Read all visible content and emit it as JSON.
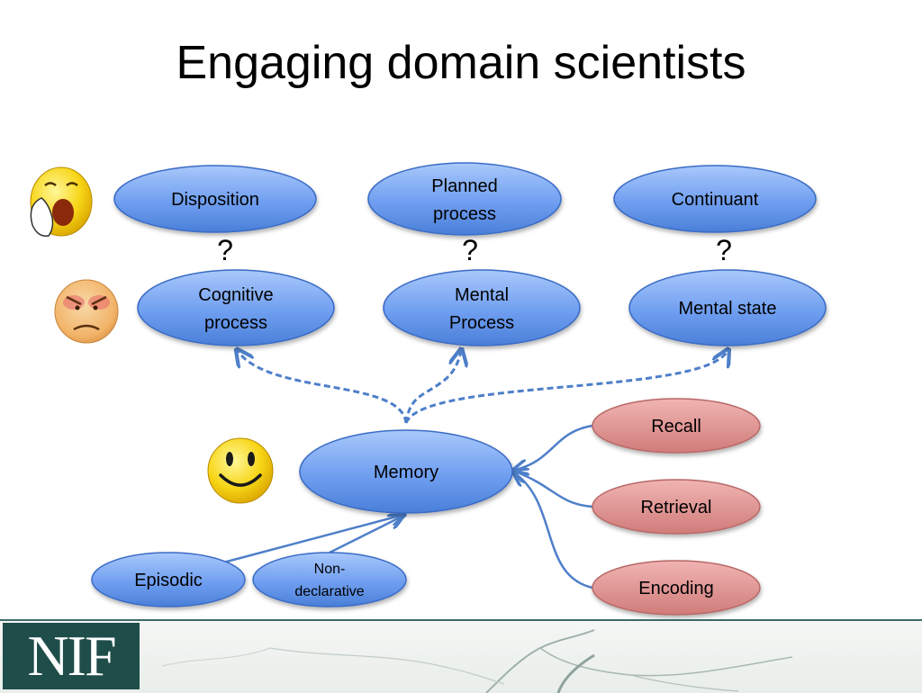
{
  "slide": {
    "title": "Engaging domain scientists"
  },
  "nodes": {
    "disposition": "Disposition",
    "planned_process_1": "Planned",
    "planned_process_2": "process",
    "continuant": "Continuant",
    "cognitive_process_1": "Cognitive",
    "cognitive_process_2": "process",
    "mental_process_1": "Mental",
    "mental_process_2": "Process",
    "mental_state": "Mental state",
    "memory": "Memory",
    "recall": "Recall",
    "retrieval": "Retrieval",
    "encoding": "Encoding",
    "episodic": "Episodic",
    "non_declarative_1": "Non-",
    "non_declarative_2": "declarative"
  },
  "question_marks": [
    "?",
    "?",
    "?"
  ],
  "icons": [
    "yawning-face-icon",
    "angry-face-icon",
    "smiley-face-icon"
  ],
  "colors": {
    "blue_node": "#6f9ef0",
    "red_node": "#d98886",
    "arrow": "#4e7fc9",
    "logo_bg": "#1f4d4a"
  },
  "logo": {
    "text": "NIF"
  }
}
